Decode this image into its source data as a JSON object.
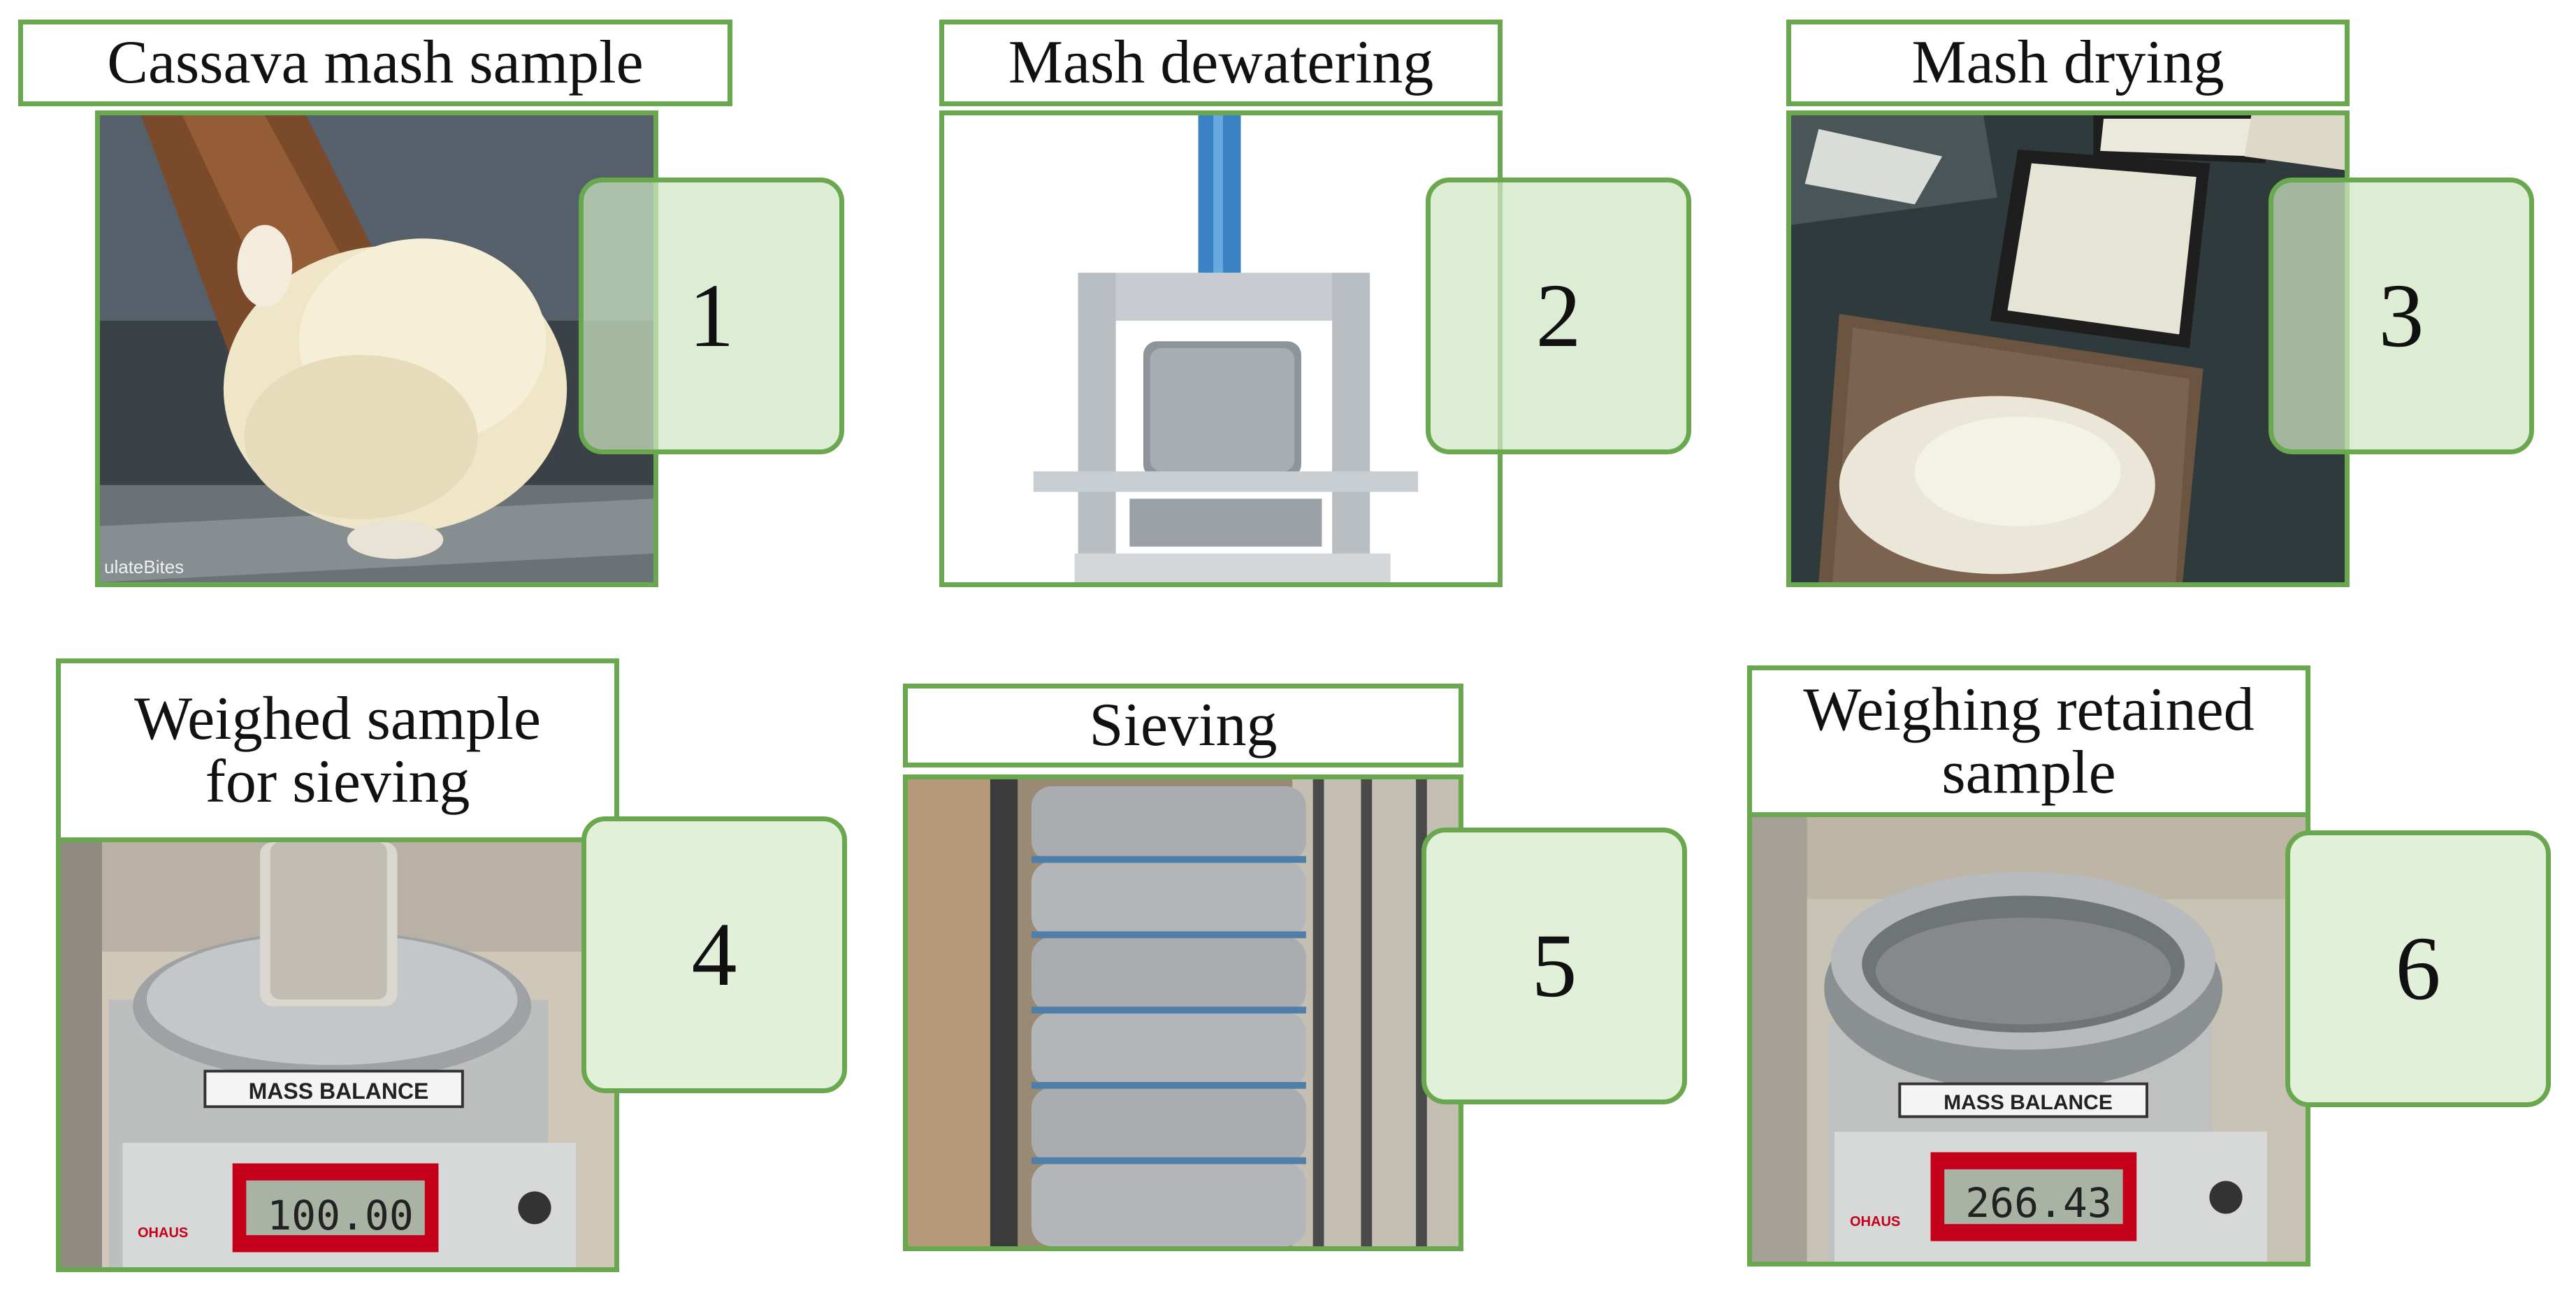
{
  "steps": [
    {
      "number": "1",
      "title": "Cassava mash sample",
      "watermark": "ulateBites"
    },
    {
      "number": "2",
      "title": "Mash dewatering"
    },
    {
      "number": "3",
      "title": "Mash drying"
    },
    {
      "number": "4",
      "title": "Weighed sample for sieving",
      "plate_label": "MASS BALANCE",
      "display_value": "100.00",
      "brand": "OHAUS"
    },
    {
      "number": "5",
      "title": "Sieving"
    },
    {
      "number": "6",
      "title": "Weighing retained sample",
      "plate_label": "MASS BALANCE",
      "display_value": "266.43",
      "brand": "OHAUS"
    }
  ],
  "colors": {
    "border": "#6aa84f",
    "number_fill": "#e2f0d9"
  }
}
